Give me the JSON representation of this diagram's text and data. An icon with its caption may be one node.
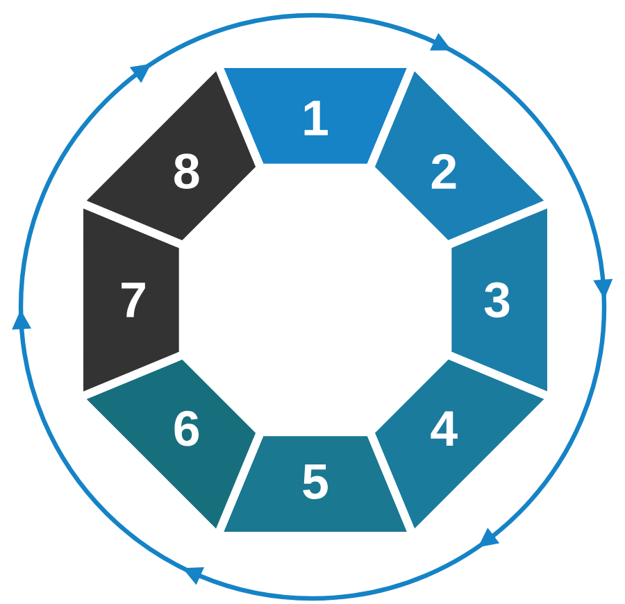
{
  "diagram": {
    "nodes": [
      {
        "text": [
          "1"
        ]
      },
      {
        "text": [
          "2"
        ]
      },
      {
        "text": [
          "3"
        ]
      },
      {
        "text": [
          "4"
        ]
      },
      {
        "text": [
          "5"
        ]
      },
      {
        "text": [
          "6"
        ]
      },
      {
        "text": [
          "7"
        ]
      },
      {
        "text": [
          "8"
        ]
      }
    ]
  }
}
